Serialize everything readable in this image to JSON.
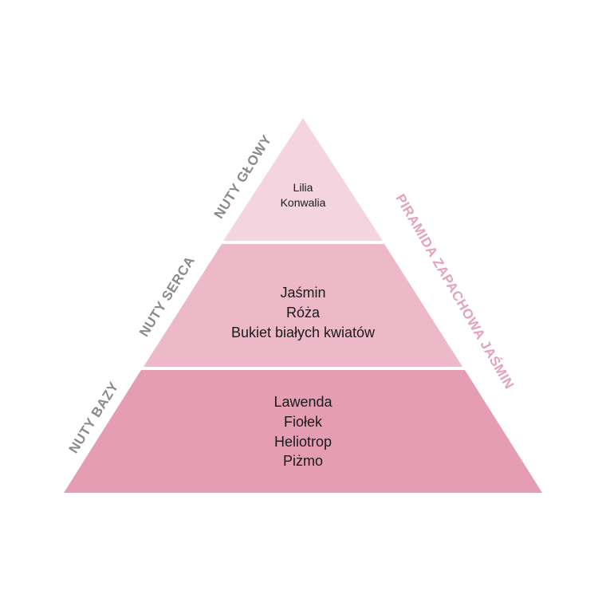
{
  "diagram": {
    "title": "PIRAMIDA ZAPACHOWA JAŚMIN",
    "colors": {
      "top": "#f4d5df",
      "middle": "#edb9c9",
      "bottom": "#e59db3",
      "divider": "#ffffff",
      "title": "#e5a3b8",
      "labels": "#8a8a8a"
    },
    "tiers": [
      {
        "label": "NUTY GŁOWY",
        "notes": [
          "Lilia",
          "Konwalia"
        ]
      },
      {
        "label": "NUTY SERCA",
        "notes": [
          "Jaśmin",
          "Róża",
          "Bukiet białych kwiatów"
        ]
      },
      {
        "label": "NUTY BAZY",
        "notes": [
          "Lawenda",
          "Fiołek",
          "Heliotrop",
          "Piżmo"
        ]
      }
    ]
  }
}
